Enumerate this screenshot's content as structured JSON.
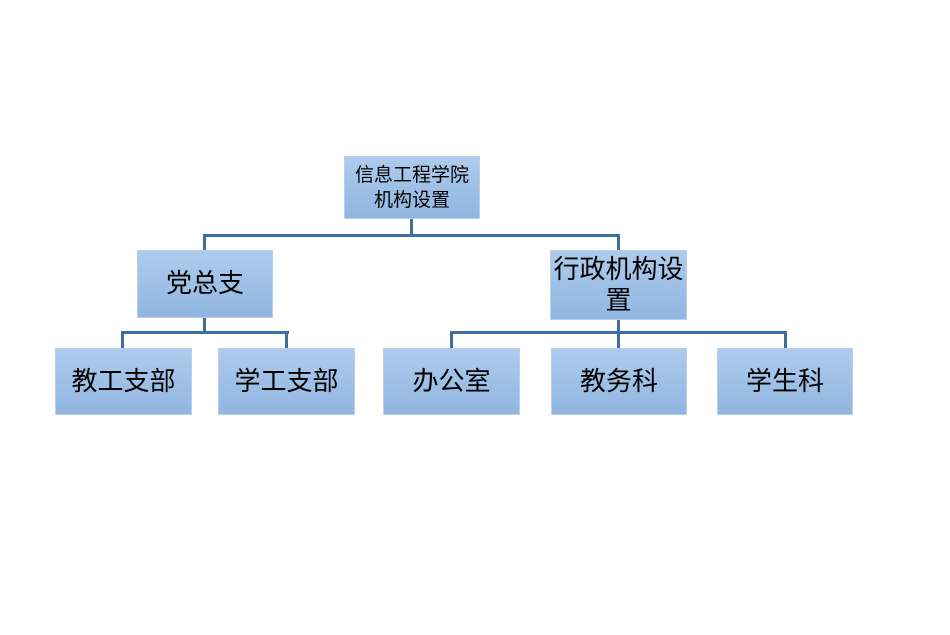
{
  "colors": {
    "background": "#ffffff",
    "node_fill_top": "#aecbeb",
    "node_fill_bottom": "#90b6e1",
    "node_border": "#b9cfea",
    "connector": "#3d6e9e",
    "text": "#000000"
  },
  "chart_data": {
    "type": "org-chart",
    "nodes": [
      {
        "id": "root",
        "label": "信息工程学院机构设置",
        "lines": [
          "信息工程学院",
          "机构设置"
        ],
        "parent": null
      },
      {
        "id": "party-general-branch",
        "label": "党总支",
        "lines": [
          "党总支"
        ],
        "parent": "root"
      },
      {
        "id": "admin-org",
        "label": "行政机构设置",
        "lines": [
          "行政机构设",
          "置"
        ],
        "parent": "root"
      },
      {
        "id": "faculty-party-branch",
        "label": "教工支部",
        "lines": [
          "教工支部"
        ],
        "parent": "party-general-branch"
      },
      {
        "id": "student-party-branch",
        "label": "学工支部",
        "lines": [
          "学工支部"
        ],
        "parent": "party-general-branch"
      },
      {
        "id": "office",
        "label": "办公室",
        "lines": [
          "办公室"
        ],
        "parent": "admin-org"
      },
      {
        "id": "academic-affairs-section",
        "label": "教务科",
        "lines": [
          "教务科"
        ],
        "parent": "admin-org"
      },
      {
        "id": "student-affairs-section",
        "label": "学生科",
        "lines": [
          "学生科"
        ],
        "parent": "admin-org"
      }
    ]
  }
}
